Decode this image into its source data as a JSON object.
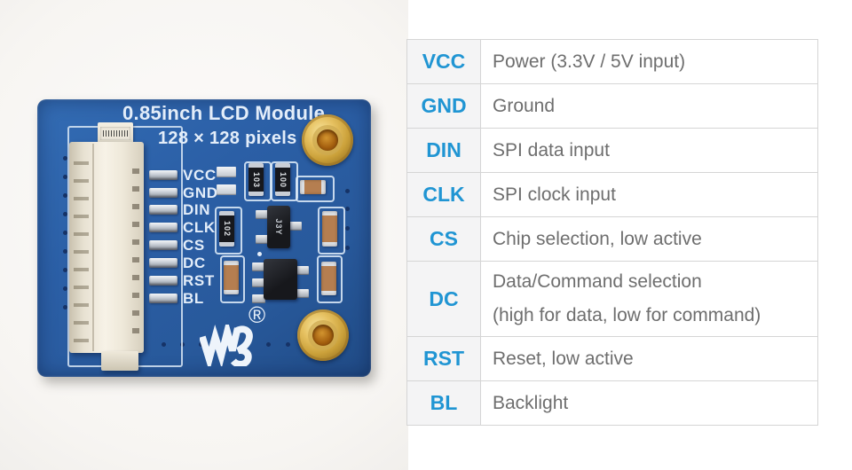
{
  "pcb_photo": {
    "title": "0.85inch LCD Module",
    "subtitle": "128 × 128 pixels",
    "registered_mark": "®",
    "pin_labels": [
      "VCC",
      "GND",
      "DIN",
      "CLK",
      "CS",
      "DC",
      "RST",
      "BL"
    ],
    "component_labels": {
      "r1": "103",
      "r2": "100",
      "r3": "102",
      "q1": "J3Y"
    },
    "colors": {
      "board_blue": "#2b5fa6",
      "silkscreen_white": "#e3edf9",
      "standoff_gold": "#caa039",
      "capacitor_tan": "#b57e50"
    }
  },
  "pin_table": {
    "pin_color": "#2095d3",
    "text_color": "#6e6e6e",
    "rows": [
      {
        "name": "VCC",
        "desc": "Power (3.3V / 5V input)",
        "desc2": ""
      },
      {
        "name": "GND",
        "desc": "Ground",
        "desc2": ""
      },
      {
        "name": "DIN",
        "desc": "SPI data input",
        "desc2": ""
      },
      {
        "name": "CLK",
        "desc": "SPI clock input",
        "desc2": ""
      },
      {
        "name": "CS",
        "desc": "Chip selection, low active",
        "desc2": ""
      },
      {
        "name": "DC",
        "desc": "Data/Command selection",
        "desc2": "(high for data, low for command)"
      },
      {
        "name": "RST",
        "desc": "Reset, low active",
        "desc2": ""
      },
      {
        "name": "BL",
        "desc": "Backlight",
        "desc2": ""
      }
    ]
  }
}
